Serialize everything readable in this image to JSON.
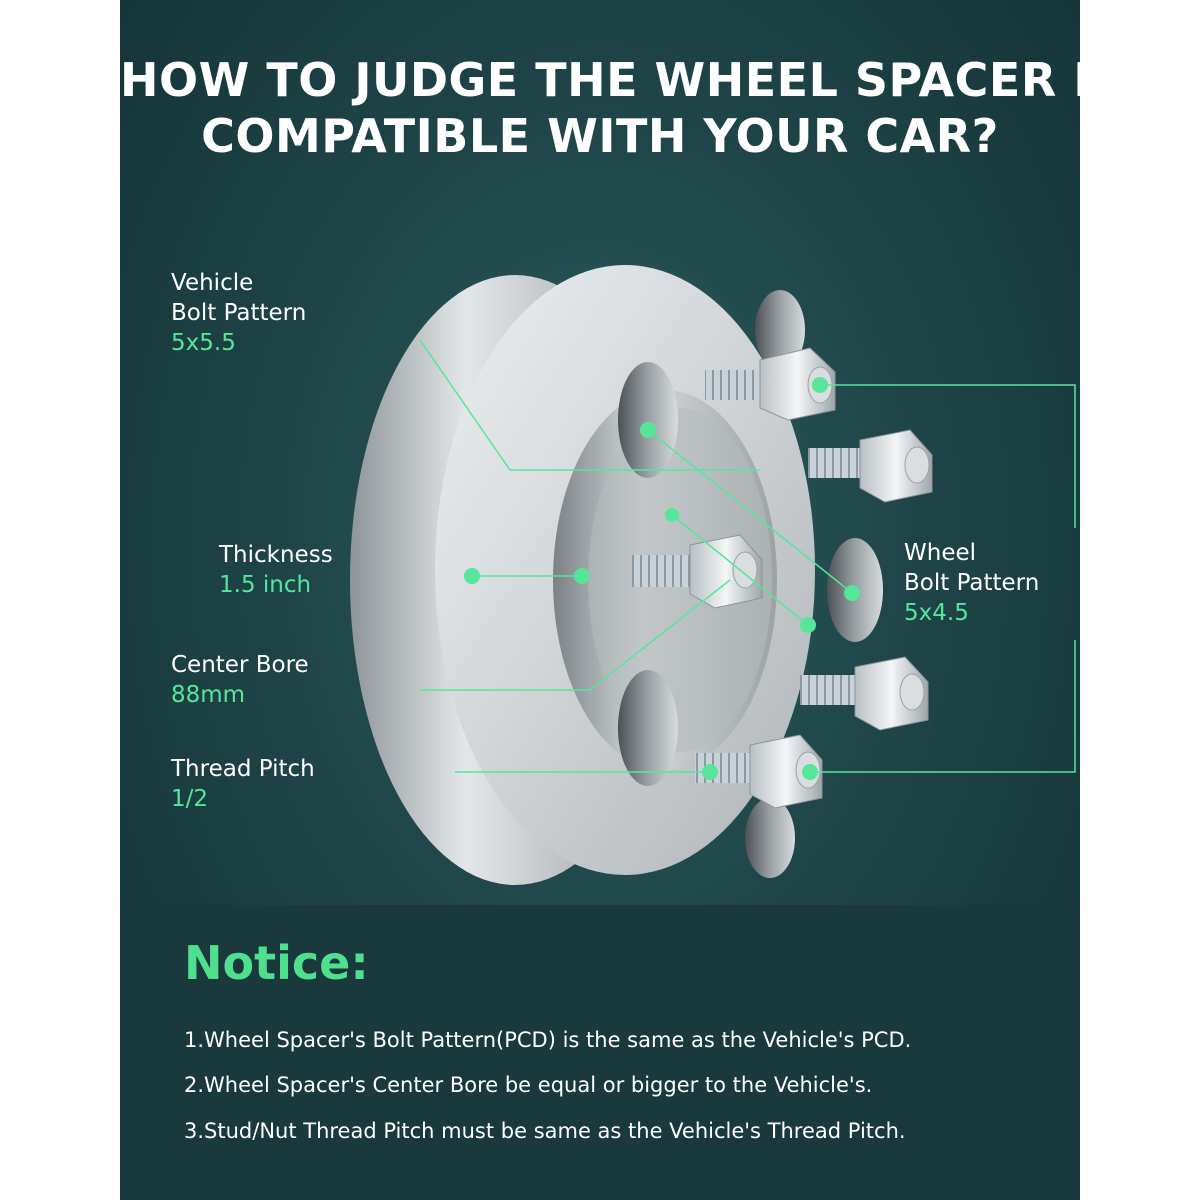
{
  "title": {
    "line1": "HOW TO JUDGE THE WHEEL SPACER IS",
    "line2": "COMPATIBLE WITH YOUR CAR?"
  },
  "callouts": {
    "vehicle_bolt_pattern": {
      "label_line1": "Vehicle",
      "label_line2": "Bolt Pattern",
      "value": "5x5.5"
    },
    "thickness": {
      "label": "Thickness",
      "value": "1.5 inch"
    },
    "center_bore": {
      "label": "Center Bore",
      "value": "88mm"
    },
    "thread_pitch": {
      "label": "Thread Pitch",
      "value": "1/2"
    },
    "wheel_bolt_pattern": {
      "label_line1": "Wheel",
      "label_line2": "Bolt Pattern",
      "value": "5x4.5"
    }
  },
  "notice": {
    "heading": "Notice:",
    "items": [
      "1.Wheel Spacer's Bolt Pattern(PCD) is the same as the Vehicle's PCD.",
      "2.Wheel Spacer's Center Bore be equal or bigger to the Vehicle's.",
      "3.Stud/Nut Thread Pitch must be same as the Vehicle's Thread Pitch."
    ]
  },
  "colors": {
    "accent_green": "#56e69a",
    "background_teal": "#1f4548",
    "metal_silver": "#c9cdd0"
  },
  "icons": {
    "product": "wheel-spacer-image"
  }
}
